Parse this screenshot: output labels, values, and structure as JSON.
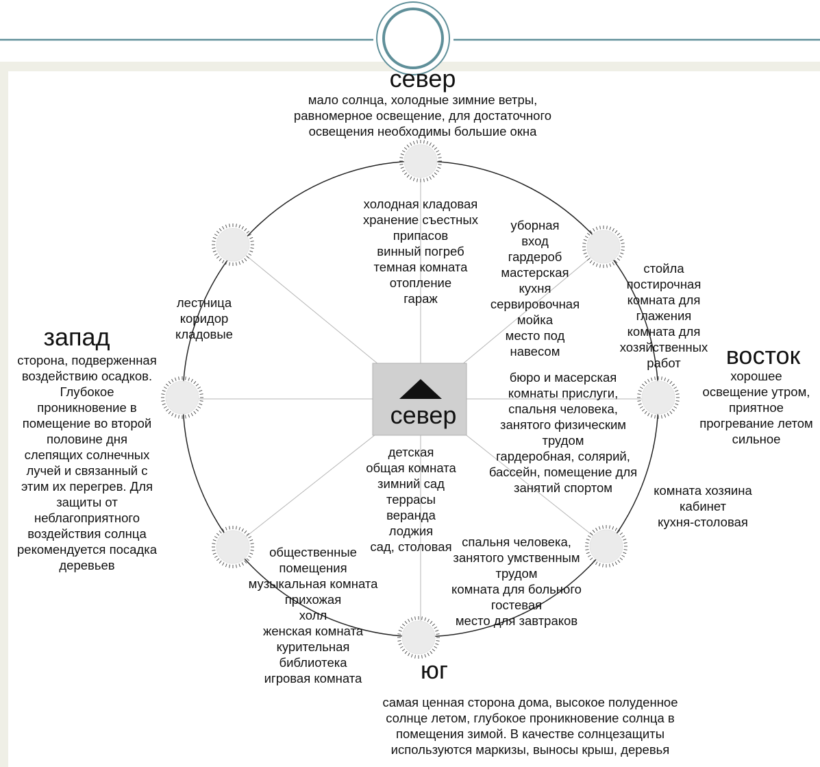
{
  "directions": {
    "north": {
      "title": "север",
      "description": [
        "мало солнца, холодные зимние ветры,",
        "равномерное освещение, для достаточного",
        "освещения необходимы большие окна"
      ]
    },
    "west": {
      "title": "запад",
      "description": [
        "сторона, подверженная",
        "воздействию осадков.",
        "Глубокое",
        "проникновение в",
        "помещение во второй",
        "половине дня",
        "слепящих солнечных",
        "лучей и связанный с",
        "этим их перегрев. Для",
        "защиты от",
        "неблагоприятного",
        "воздействия солнца",
        "рекомендуется посадка",
        "деревьев"
      ]
    },
    "east": {
      "title": "восток",
      "description": [
        "хорошее",
        "освещение утром,",
        "приятное",
        "прогревание летом",
        "сильное"
      ]
    },
    "south": {
      "title": "юг",
      "description": [
        "самая ценная сторона дома, высокое полуденное",
        "солнце летом, глубокое проникновение солнца в",
        "помещения зимой. В качестве солнцезащиты",
        "используются маркизы, выносы крыш, деревья"
      ]
    }
  },
  "center": {
    "label": "север"
  },
  "rooms": {
    "north": [
      "холодная кладовая",
      "хранение съестных",
      "припасов",
      "винный погреб",
      "темная комната",
      "отопление",
      "гараж"
    ],
    "north_east_inner": [
      "уборная",
      "вход",
      "гардероб",
      "мастерская",
      "кухня",
      "сервировочная",
      "мойка",
      "место под",
      "навесом"
    ],
    "north_east_outer": [
      "стойла",
      "постирочная",
      "комната для",
      "глажения",
      "комната для",
      "хозяйственных",
      "работ"
    ],
    "north_west": [
      "лестница",
      "коридор",
      "кладовые"
    ],
    "east": [
      "бюро и масерская",
      "комнаты прислуги,",
      "спальня человека,",
      "занятого физическим",
      "трудом",
      "гардеробная, солярий,",
      "бассейн, помещение для",
      "занятий спортом"
    ],
    "south_east_outer": [
      "комната хозяина",
      "кабинет",
      "кухня-столовая"
    ],
    "south": [
      "детская",
      "общая комната",
      "зимний сад",
      "террасы",
      "веранда",
      "лоджия",
      "сад, столовая"
    ],
    "south_east_inner": [
      "спальня человека,",
      "занятого умственным",
      "трудом",
      "комната для больного",
      "гостевая",
      "место для завтраков"
    ],
    "south_west": [
      "общественные",
      "помещения",
      "музыкальная комната",
      "прихожая",
      "холл",
      "женская комната",
      "курительная",
      "библиотека",
      "игровая комната"
    ]
  },
  "colors": {
    "frame": "#efefe6",
    "header_line": "#5f8f99",
    "sun_fill": "#ebebeb",
    "center_box": "#d0d0d0",
    "arrow": "#111111"
  }
}
